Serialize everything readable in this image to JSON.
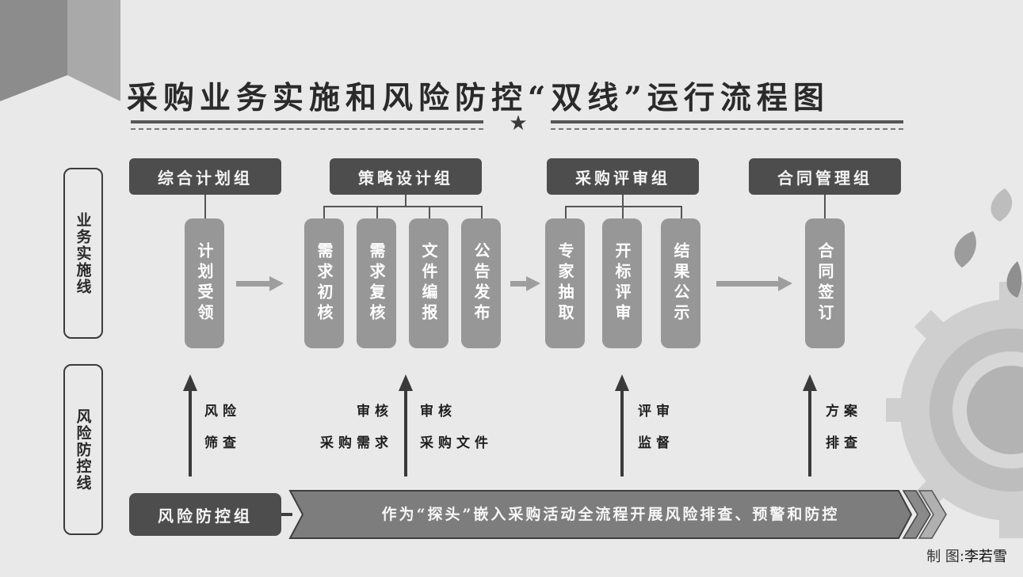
{
  "title": "采购业务实施和风险防控“双线”运行流程图",
  "side_labels": {
    "business": "业务实施线",
    "risk": "风险防控线"
  },
  "groups": [
    {
      "name": "综合计划组",
      "steps": [
        "计划受领"
      ]
    },
    {
      "name": "策略设计组",
      "steps": [
        "需求初核",
        "需求复核",
        "文件编报",
        "公告发布"
      ]
    },
    {
      "name": "采购评审组",
      "steps": [
        "专家抽取",
        "开标评审",
        "结果公示"
      ]
    },
    {
      "name": "合同管理组",
      "steps": [
        "合同签订"
      ]
    }
  ],
  "risk_checks": {
    "c1": {
      "line1": "风险",
      "line2": "筛查"
    },
    "c2": {
      "line1": "审核",
      "line2": "采购需求"
    },
    "c3": {
      "line1": "审核",
      "line2": "采购文件"
    },
    "c4": {
      "line1": "评审",
      "line2": "监督"
    },
    "c5": {
      "line1": "方案",
      "line2": "排查"
    }
  },
  "risk_group": "风险防控组",
  "banner": "作为“探头”嵌入采购活动全流程开展风险排查、预警和防控",
  "credit": {
    "label": "制 图:",
    "name": "李若雪"
  },
  "colors": {
    "background": "#e9e9e9",
    "header_fill": "#4d4d4d",
    "pill_fill": "#979797",
    "arrow_fill": "#9e9e9e",
    "gear_fill": "#c9c9c9"
  }
}
